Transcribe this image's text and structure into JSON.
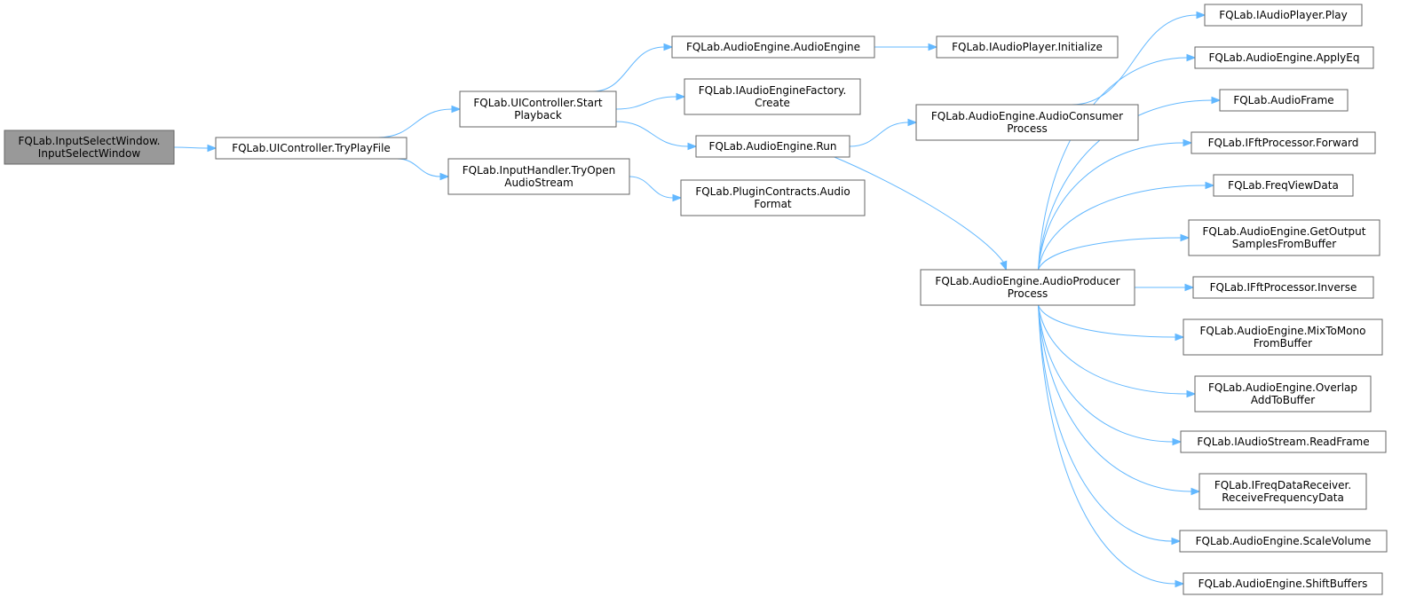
{
  "diagram": {
    "type": "call-graph",
    "colors": {
      "root_fill": "#999999",
      "node_fill": "#ffffff",
      "node_border": "#666666",
      "edge": "#63b8ff",
      "text": "#000000"
    },
    "nodes": [
      {
        "id": "n_root",
        "lines": [
          "FQLab.InputSelectWindow.",
          "InputSelectWindow"
        ],
        "root": true
      },
      {
        "id": "n_tryplay",
        "lines": [
          "FQLab.UIController.TryPlayFile"
        ]
      },
      {
        "id": "n_start",
        "lines": [
          "FQLab.UIController.Start",
          "Playback"
        ]
      },
      {
        "id": "n_tryopen",
        "lines": [
          "FQLab.InputHandler.TryOpen",
          "AudioStream"
        ]
      },
      {
        "id": "n_ae",
        "lines": [
          "FQLab.AudioEngine.AudioEngine"
        ]
      },
      {
        "id": "n_factory",
        "lines": [
          "FQLab.IAudioEngineFactory.",
          "Create"
        ]
      },
      {
        "id": "n_run",
        "lines": [
          "FQLab.AudioEngine.Run"
        ]
      },
      {
        "id": "n_format",
        "lines": [
          "FQLab.PluginContracts.Audio",
          "Format"
        ]
      },
      {
        "id": "n_init",
        "lines": [
          "FQLab.IAudioPlayer.Initialize"
        ]
      },
      {
        "id": "n_consumer",
        "lines": [
          "FQLab.AudioEngine.AudioConsumer",
          "Process"
        ]
      },
      {
        "id": "n_producer",
        "lines": [
          "FQLab.AudioEngine.AudioProducer",
          "Process"
        ]
      },
      {
        "id": "n_play",
        "lines": [
          "FQLab.IAudioPlayer.Play"
        ]
      },
      {
        "id": "n_applyeq",
        "lines": [
          "FQLab.AudioEngine.ApplyEq"
        ]
      },
      {
        "id": "n_frame",
        "lines": [
          "FQLab.AudioFrame"
        ]
      },
      {
        "id": "n_forward",
        "lines": [
          "FQLab.IFftProcessor.Forward"
        ]
      },
      {
        "id": "n_freqview",
        "lines": [
          "FQLab.FreqViewData"
        ]
      },
      {
        "id": "n_getout",
        "lines": [
          "FQLab.AudioEngine.GetOutput",
          "SamplesFromBuffer"
        ]
      },
      {
        "id": "n_inverse",
        "lines": [
          "FQLab.IFftProcessor.Inverse"
        ]
      },
      {
        "id": "n_mix",
        "lines": [
          "FQLab.AudioEngine.MixToMono",
          "FromBuffer"
        ]
      },
      {
        "id": "n_overlap",
        "lines": [
          "FQLab.AudioEngine.Overlap",
          "AddToBuffer"
        ]
      },
      {
        "id": "n_readframe",
        "lines": [
          "FQLab.IAudioStream.ReadFrame"
        ]
      },
      {
        "id": "n_freqrecv",
        "lines": [
          "FQLab.IFreqDataReceiver.",
          "ReceiveFrequencyData"
        ]
      },
      {
        "id": "n_scale",
        "lines": [
          "FQLab.AudioEngine.ScaleVolume"
        ]
      },
      {
        "id": "n_shift",
        "lines": [
          "FQLab.AudioEngine.ShiftBuffers"
        ]
      }
    ],
    "edges": [
      {
        "from": "n_root",
        "to": "n_tryplay"
      },
      {
        "from": "n_tryplay",
        "to": "n_start"
      },
      {
        "from": "n_tryplay",
        "to": "n_tryopen"
      },
      {
        "from": "n_start",
        "to": "n_ae"
      },
      {
        "from": "n_start",
        "to": "n_factory"
      },
      {
        "from": "n_start",
        "to": "n_run"
      },
      {
        "from": "n_tryopen",
        "to": "n_format"
      },
      {
        "from": "n_ae",
        "to": "n_init"
      },
      {
        "from": "n_run",
        "to": "n_consumer"
      },
      {
        "from": "n_run",
        "to": "n_producer"
      },
      {
        "from": "n_consumer",
        "to": "n_play"
      },
      {
        "from": "n_producer",
        "to": "n_applyeq"
      },
      {
        "from": "n_producer",
        "to": "n_frame"
      },
      {
        "from": "n_producer",
        "to": "n_forward"
      },
      {
        "from": "n_producer",
        "to": "n_freqview"
      },
      {
        "from": "n_producer",
        "to": "n_getout"
      },
      {
        "from": "n_producer",
        "to": "n_inverse"
      },
      {
        "from": "n_producer",
        "to": "n_mix"
      },
      {
        "from": "n_producer",
        "to": "n_overlap"
      },
      {
        "from": "n_producer",
        "to": "n_readframe"
      },
      {
        "from": "n_producer",
        "to": "n_freqrecv"
      },
      {
        "from": "n_producer",
        "to": "n_scale"
      },
      {
        "from": "n_producer",
        "to": "n_shift"
      }
    ]
  }
}
